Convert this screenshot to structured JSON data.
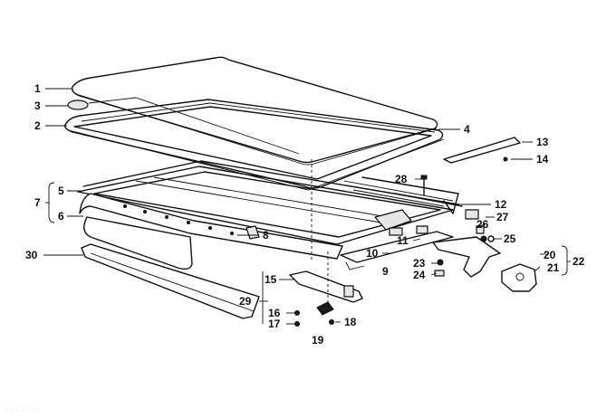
{
  "diagram": {
    "callouts": {
      "c1": "1",
      "c2": "2",
      "c3": "3",
      "c4": "4",
      "c5": "5",
      "c6": "6",
      "c7": "7",
      "c8": "8",
      "c9": "9",
      "c10": "10",
      "c11": "11",
      "c12": "12",
      "c13": "13",
      "c14": "14",
      "c15": "15",
      "c16": "16",
      "c17": "17",
      "c18": "18",
      "c19": "19",
      "c20": "20",
      "c21": "21",
      "c22": "22",
      "c23": "23",
      "c24": "24",
      "c25": "25",
      "c26": "26",
      "c27": "27",
      "c28": "28",
      "c29": "29",
      "c30": "30"
    },
    "watermark": "· · · · · · ·"
  }
}
